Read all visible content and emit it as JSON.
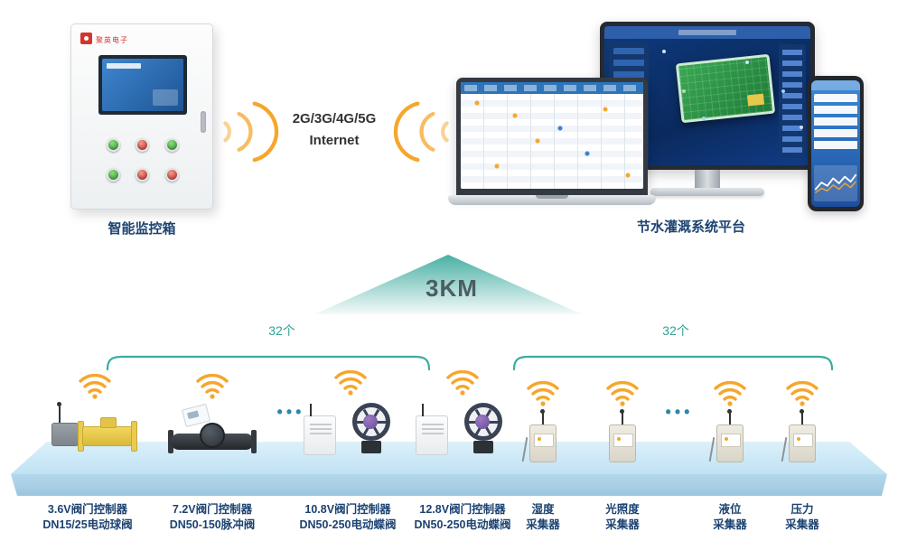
{
  "colors": {
    "teal": "#35a99c",
    "orange": "#f6a62c",
    "navy": "#1c4271",
    "platform_blue": "#cfe9f7"
  },
  "cabinet": {
    "brand": "聚英电子",
    "label": "智能监控箱"
  },
  "connection": {
    "line1": "2G/3G/4G/5G",
    "line2": "Internet"
  },
  "system": {
    "label": "节水灌溉系统平台"
  },
  "range": {
    "label": "3KM"
  },
  "groups": {
    "left_count": "32个",
    "right_count": "32个"
  },
  "ellipsis": "•••",
  "stations": [
    {
      "line1": "3.6V阀门控制器",
      "line2": "DN15/25电动球阀"
    },
    {
      "line1": "7.2V阀门控制器",
      "line2": "DN50-150脉冲阀"
    },
    {
      "line1": "10.8V阀门控制器",
      "line2": "DN50-250电动蝶阀"
    },
    {
      "line1": "12.8V阀门控制器",
      "line2": "DN50-250电动蝶阀"
    },
    {
      "line1": "湿度",
      "line2": "采集器"
    },
    {
      "line1": "光照度",
      "line2": "采集器"
    },
    {
      "line1": "液位",
      "line2": "采集器"
    },
    {
      "line1": "压力",
      "line2": "采集器"
    }
  ]
}
